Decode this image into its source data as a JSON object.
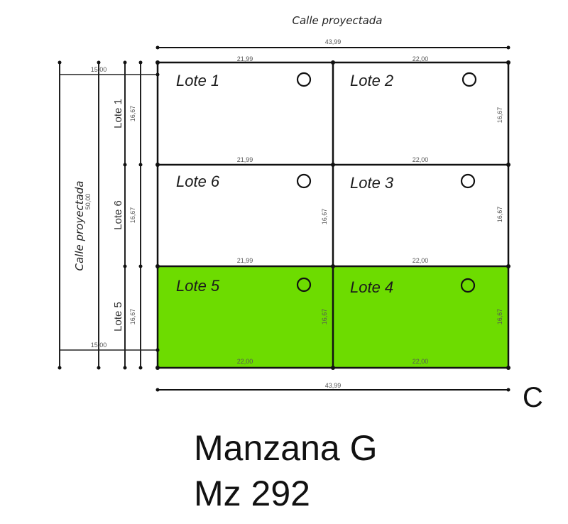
{
  "plan": {
    "street_top": "Calle proyectada",
    "street_left": "Calle proyectada",
    "street_left_length": "50,00",
    "total_width_top": "43,99",
    "total_width_bottom": "43,99",
    "side_setback_top": "15,00",
    "side_setback_bottom": "15,00",
    "corner_label": "C",
    "fill_color": "#6ddc00",
    "lots": [
      {
        "id": "lote-1",
        "label": "Lote 1",
        "top": "21,99",
        "bottom": "21,99",
        "side": "",
        "highlighted": false
      },
      {
        "id": "lote-2",
        "label": "Lote 2",
        "top": "22,00",
        "bottom": "22,00",
        "side": "16,67",
        "highlighted": false
      },
      {
        "id": "lote-6",
        "label": "Lote 6",
        "top": "21,99",
        "bottom": "21,99",
        "side": "16,67",
        "highlighted": false
      },
      {
        "id": "lote-3",
        "label": "Lote 3",
        "top": "22,00",
        "bottom": "22,00",
        "side": "16,67",
        "highlighted": false
      },
      {
        "id": "lote-5",
        "label": "Lote 5",
        "top": "21,99",
        "bottom": "22,00",
        "side": "16,67",
        "highlighted": true
      },
      {
        "id": "lote-4",
        "label": "Lote 4",
        "top": "22,00",
        "bottom": "22,00",
        "side": "16,67",
        "highlighted": true
      }
    ],
    "side_lots": [
      {
        "label": "Lote 1",
        "dim": "16,67"
      },
      {
        "label": "Lote 6",
        "dim": "16,67"
      },
      {
        "label": "Lote 5",
        "dim": "16,67"
      }
    ]
  },
  "title": {
    "line1": "Manzana G",
    "line2": "Mz 292"
  }
}
